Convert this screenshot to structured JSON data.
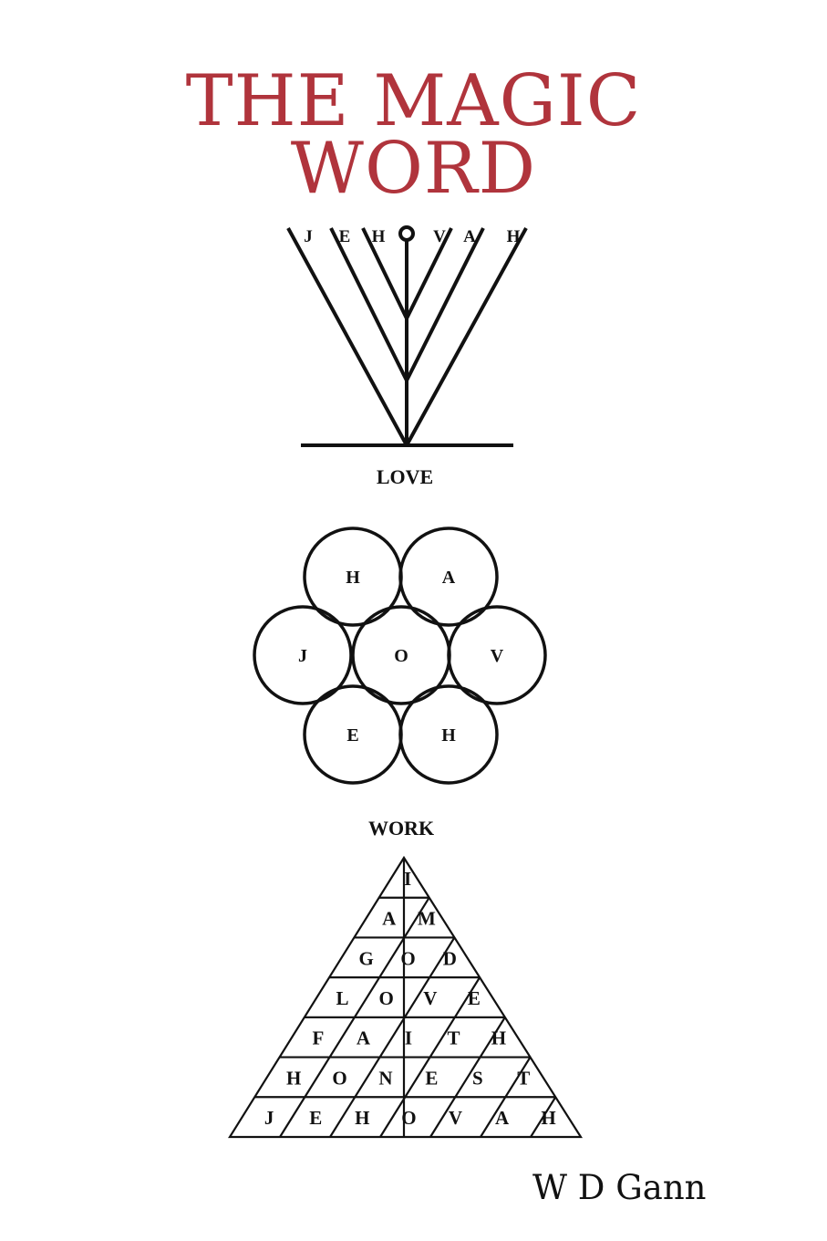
{
  "title": {
    "line1": "THE MAGIC",
    "line2": "WORD",
    "color": "#b0343c"
  },
  "candelabra": {
    "letters": [
      "J",
      "E",
      "H",
      "O",
      "V",
      "A",
      "H"
    ],
    "label": "LOVE"
  },
  "circles": {
    "letters": [
      "H",
      "A",
      "J",
      "O",
      "V",
      "E",
      "H"
    ]
  },
  "pyramid": {
    "label": "WORK",
    "rows": [
      [
        "I"
      ],
      [
        "A",
        "M"
      ],
      [
        "G",
        "O",
        "D"
      ],
      [
        "L",
        "O",
        "V",
        "E"
      ],
      [
        "F",
        "A",
        "I",
        "T",
        "H"
      ],
      [
        "H",
        "O",
        "N",
        "E",
        "S",
        "T"
      ],
      [
        "J",
        "E",
        "H",
        "O",
        "V",
        "A",
        "H"
      ]
    ]
  },
  "author": "W D Gann"
}
